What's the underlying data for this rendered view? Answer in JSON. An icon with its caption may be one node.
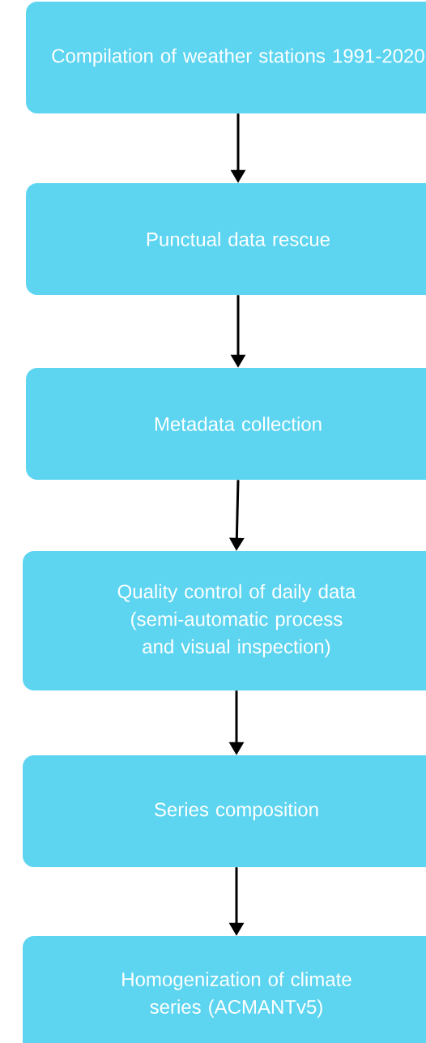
{
  "diagram": {
    "nodes": [
      {
        "text": [
          "Compilation of weather stations 1991-2020"
        ]
      },
      {
        "text": [
          "Punctual data rescue"
        ]
      },
      {
        "text": [
          "Metadata collection"
        ]
      },
      {
        "text": [
          "Quality control of daily data (semi-automatic process and visual inspection)"
        ]
      },
      {
        "text": [
          "Series composition"
        ]
      },
      {
        "text": [
          "Homogenization of climate series (ACMANTv5)"
        ]
      }
    ],
    "edges": [
      {
        "from": 0,
        "to": 1,
        "arrow": "to"
      },
      {
        "from": 1,
        "to": 2,
        "arrow": "to"
      },
      {
        "from": 2,
        "to": 3,
        "arrow": "to"
      },
      {
        "from": 3,
        "to": 4,
        "arrow": "to"
      },
      {
        "from": 4,
        "to": 5,
        "arrow": "to"
      }
    ]
  }
}
